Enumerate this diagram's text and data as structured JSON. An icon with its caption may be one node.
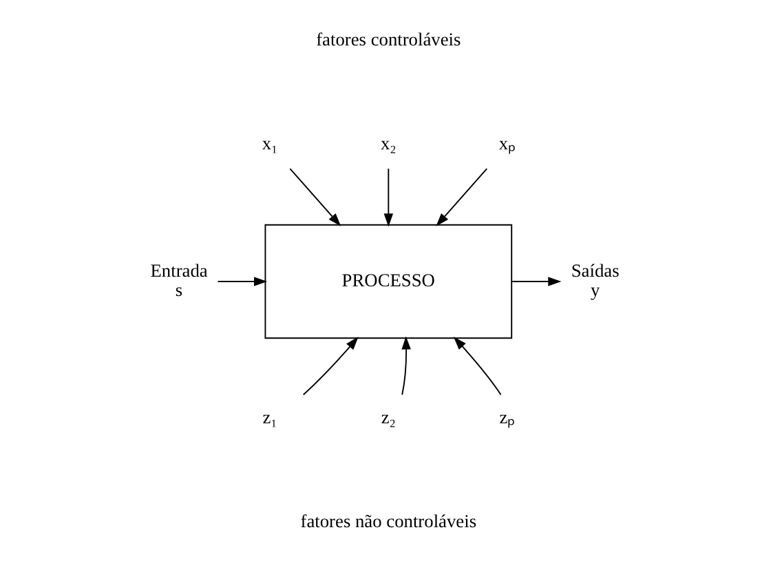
{
  "diagram": {
    "nodes": [
      {
        "text": [
          "x₁"
        ]
      },
      {
        "text": [
          "x₂"
        ]
      },
      {
        "text": [
          "xₚ"
        ]
      },
      {
        "text": [
          "Entrada",
          "s"
        ]
      },
      {
        "text": [
          "PROCESSO"
        ]
      },
      {
        "text": [
          "Saídas",
          "y"
        ]
      },
      {
        "text": [
          "z₁"
        ]
      },
      {
        "text": [
          "z₂"
        ]
      },
      {
        "text": [
          "zₚ"
        ]
      }
    ],
    "edges": [
      {
        "from": 0,
        "to": 4,
        "arrow": "to"
      },
      {
        "from": 1,
        "to": 4,
        "arrow": "to"
      },
      {
        "from": 2,
        "to": 4,
        "arrow": "to"
      },
      {
        "from": 3,
        "to": 4,
        "arrow": "to"
      },
      {
        "from": 4,
        "to": 5,
        "arrow": "to"
      },
      {
        "from": 6,
        "to": 4,
        "arrow": "to"
      },
      {
        "from": 7,
        "to": 4,
        "arrow": "to"
      },
      {
        "from": 8,
        "to": 4,
        "arrow": "to"
      }
    ],
    "labels": [
      "fatores controláveis",
      "fatores não controláveis"
    ]
  }
}
